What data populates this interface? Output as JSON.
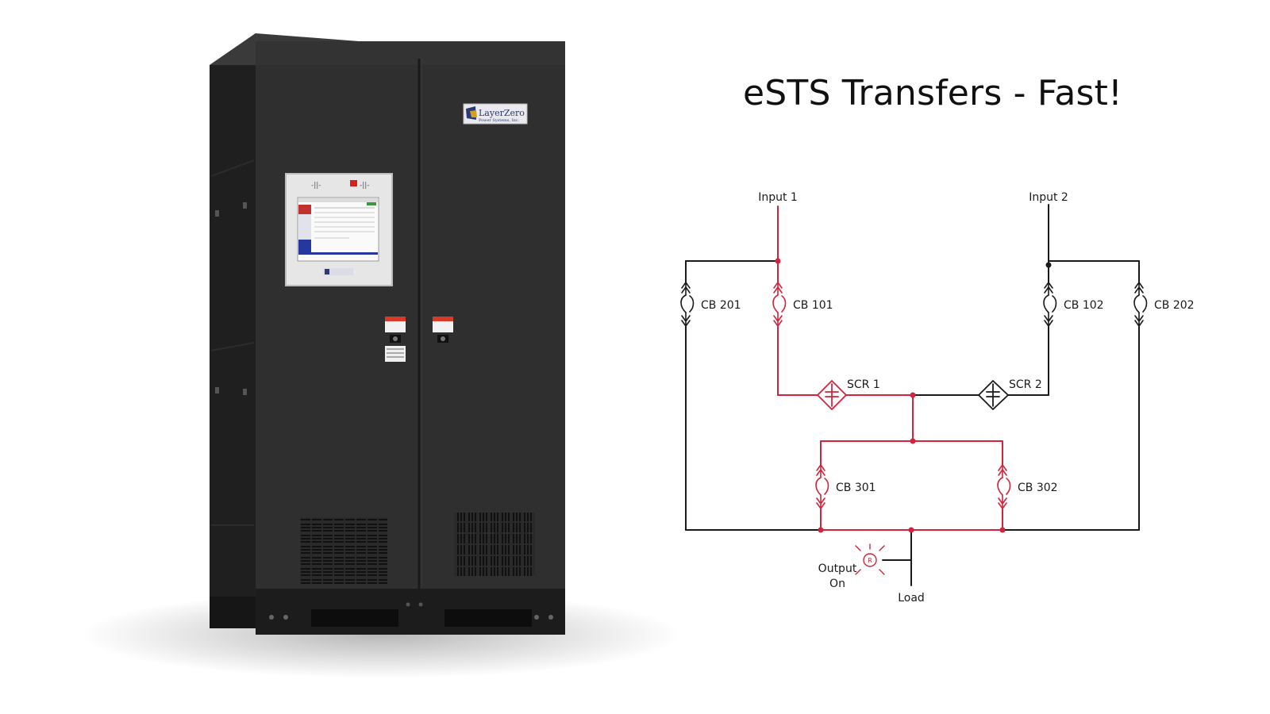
{
  "title": "eSTS Transfers - Fast!",
  "cabinet": {
    "brand": "LayerZero",
    "brand_sub": "Power Systems, Inc."
  },
  "diagram": {
    "input1": "Input 1",
    "input2": "Input 2",
    "cb201": "CB 201",
    "cb101": "CB 101",
    "cb102": "CB 102",
    "cb202": "CB 202",
    "scr1": "SCR 1",
    "scr2": "SCR 2",
    "cb301": "CB 301",
    "cb302": "CB 302",
    "output_on_1": "Output",
    "output_on_2": "On",
    "indicator": "R",
    "load": "Load"
  },
  "colors": {
    "active_path": "#d4243c",
    "inactive_path": "#1a1a1a",
    "cabinet": "#2f2f2f"
  }
}
